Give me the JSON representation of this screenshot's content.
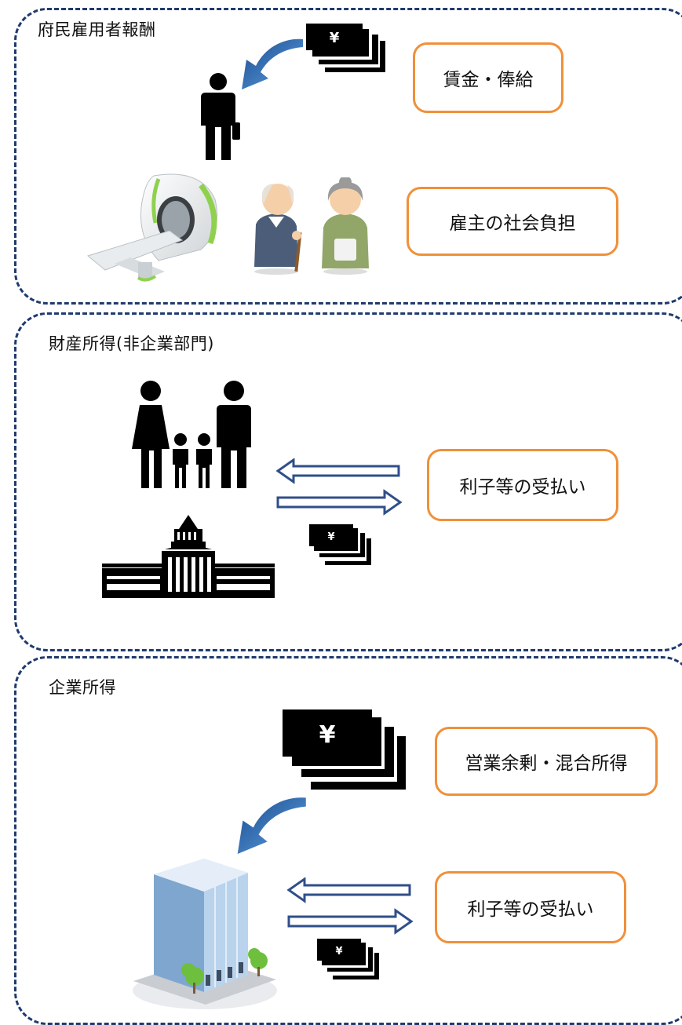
{
  "sections": [
    {
      "title": "府民雇用者報酬",
      "labels": [
        "賃金・俸給",
        "雇主の社会負担"
      ]
    },
    {
      "title": "財産所得(非企業部門)",
      "labels": [
        "利子等の受払い"
      ]
    },
    {
      "title": "企業所得",
      "labels": [
        "営業余剰・混合所得",
        "利子等の受払い"
      ]
    }
  ],
  "currency_symbol": "¥",
  "colors": {
    "panel_border": "#1f3a6e",
    "label_border": "#f0903a",
    "curved_arrow": "#2e6db4",
    "flow_arrow": "#2f4f8a",
    "bill": "#000000"
  },
  "icons": [
    "money-stack-icon",
    "curved-arrow-icon",
    "businessman-icon",
    "mri-scanner-icon",
    "elderly-man-icon",
    "elderly-woman-icon",
    "family-icon",
    "parliament-building-icon",
    "flow-arrow-left-icon",
    "flow-arrow-right-icon",
    "office-building-icon"
  ]
}
